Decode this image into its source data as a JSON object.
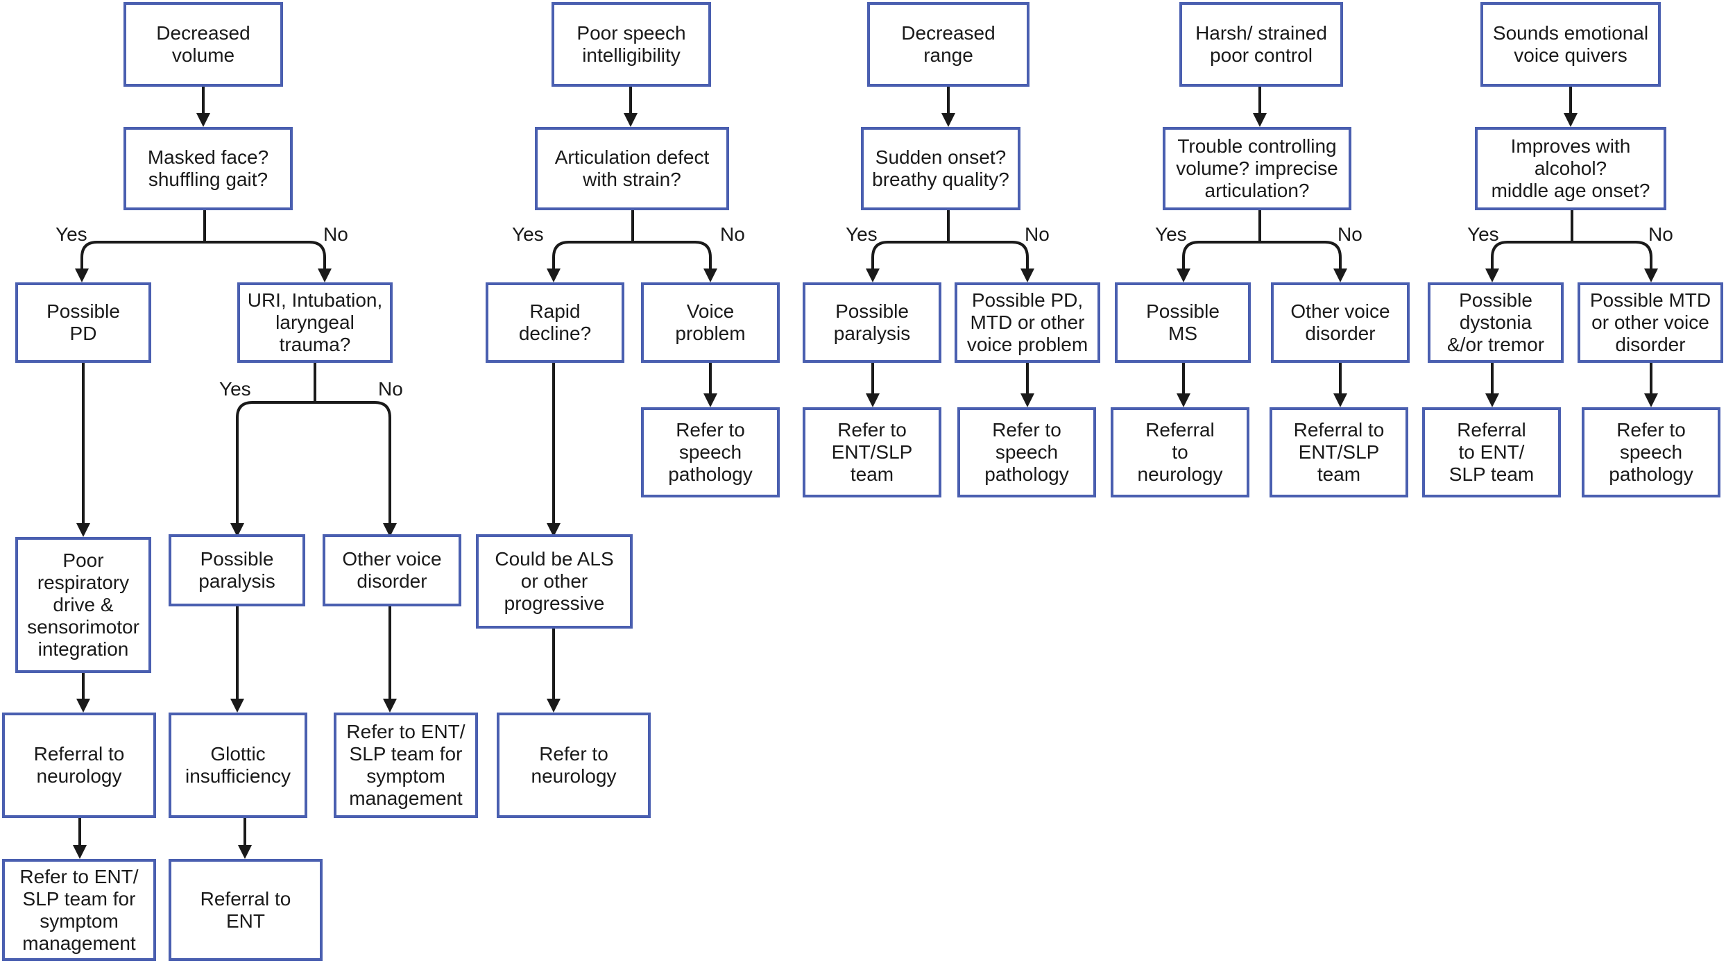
{
  "colors": {
    "box_border": "#4a5fb0",
    "connector": "#1a1a1a",
    "text": "#1a1a1a"
  },
  "columns": [
    {
      "symptom": "Decreased\nvolume",
      "question": "Masked face?\nshuffling gait?",
      "yes_label": "Yes",
      "no_label": "No",
      "yes_branch": {
        "finding": "Possible\nPD",
        "mechanism": "Poor\nrespiratory\ndrive &\nsensorimotor\nintegration",
        "referral": "Referral to\nneurology",
        "management": "Refer to ENT/\nSLP team for\nsymptom\nmanagement"
      },
      "no_branch": {
        "question": "URI, Intubation,\nlaryngeal\ntrauma?",
        "yes_label": "Yes",
        "no_label": "No",
        "yes_finding": "Possible\nparalysis",
        "yes_result": "Glottic\ninsufficiency",
        "yes_referral": "Referral to\nENT",
        "no_finding": "Other voice\ndisorder",
        "no_referral": "Refer to ENT/\nSLP team for\nsymptom\nmanagement"
      }
    },
    {
      "symptom": "Poor speech\nintelligibility",
      "question": "Articulation defect\nwith strain?",
      "yes_label": "Yes",
      "no_label": "No",
      "yes_question": "Rapid\ndecline?",
      "yes_finding": "Could be ALS\nor other\nprogressive",
      "yes_referral": "Refer to\nneurology",
      "no_finding": "Voice\nproblem",
      "no_referral": "Refer to\nspeech\npathology"
    },
    {
      "symptom": "Decreased\nrange",
      "question": "Sudden onset?\nbreathy quality?",
      "yes_label": "Yes",
      "no_label": "No",
      "yes_finding": "Possible\nparalysis",
      "yes_referral": "Refer to\nENT/SLP\nteam",
      "no_finding": "Possible PD,\nMTD or other\nvoice problem",
      "no_referral": "Refer to\nspeech\npathology"
    },
    {
      "symptom": "Harsh/ strained\npoor control",
      "question": "Trouble controlling\nvolume? imprecise\narticulation?",
      "yes_label": "Yes",
      "no_label": "No",
      "yes_finding": "Possible\nMS",
      "yes_referral": "Referral\nto\nneurology",
      "no_finding": "Other voice\ndisorder",
      "no_referral": "Referral to\nENT/SLP\nteam"
    },
    {
      "symptom": "Sounds emotional\nvoice quivers",
      "question": "Improves with\nalcohol?\nmiddle age onset?",
      "yes_label": "Yes",
      "no_label": "No",
      "yes_finding": "Possible\ndystonia\n&/or tremor",
      "yes_referral": "Referral\nto ENT/\nSLP team",
      "no_finding": "Possible MTD\nor other voice\ndisorder",
      "no_referral": "Refer to\nspeech\npathology"
    }
  ]
}
